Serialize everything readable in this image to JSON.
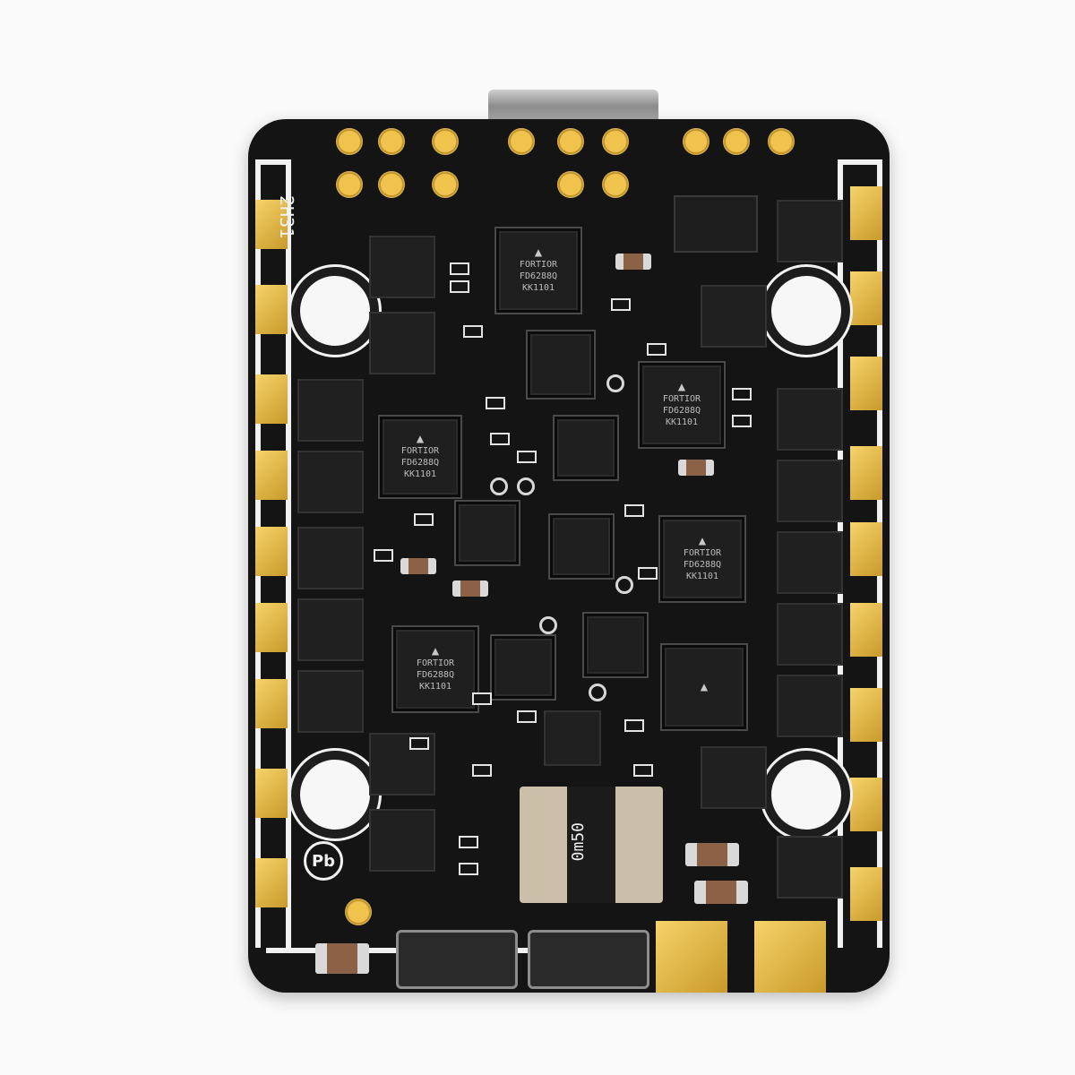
{
  "silkscreen": {
    "board_id": "2H31",
    "lead_free_mark": "Pb",
    "inductor_marking": "0m50"
  },
  "controllers": [
    {
      "brand": "FORTIOR",
      "part": "FD6288Q",
      "code": "KK1101"
    },
    {
      "brand": "FORTIOR",
      "part": "FD6288Q",
      "code": "KK1101"
    },
    {
      "brand": "FORTIOR",
      "part": "FD6288Q",
      "code": "KK1101"
    },
    {
      "brand": "FORTIOR",
      "part": "FD6288Q",
      "code": "KK1101"
    },
    {
      "brand": "FORTIOR",
      "part": "FD6288Q",
      "code": "KK1101"
    }
  ],
  "colors": {
    "background": "#fafafa",
    "pcb": "#141414",
    "gold_pad": "#e0b648",
    "silkscreen": "#f1f1f1"
  }
}
